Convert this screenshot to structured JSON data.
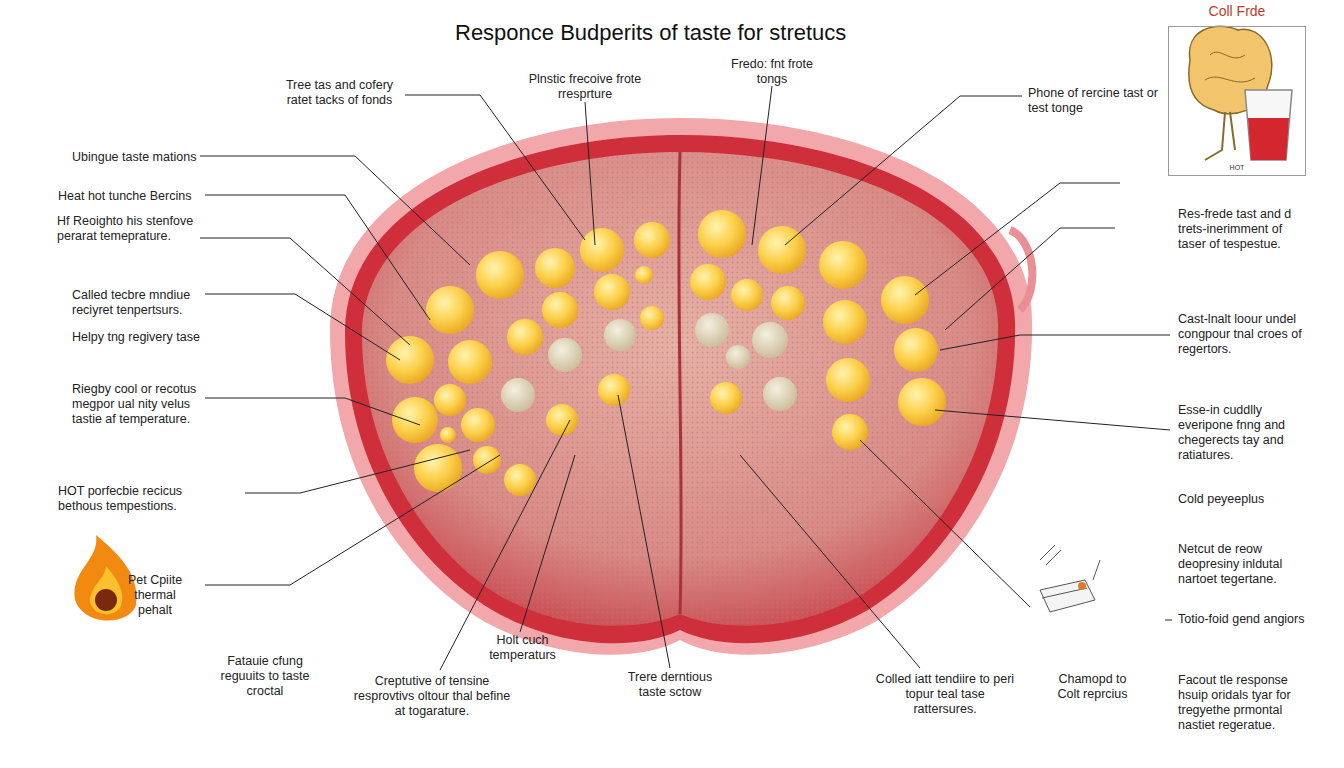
{
  "diagram": {
    "title": "Responce Budperits of taste for stretucs",
    "nodes": [
      {
        "text": [
          "Coll Frde",
          "HOT"
        ]
      }
    ],
    "labels": [
      "Tree tas and cofery ratet tacks of fonds",
      "Plnstic frecoive frote rresprture",
      "Fredo: fnt frote tongs",
      "Phone of rercine tast or test tonge",
      "Ubingue taste mations",
      "Heat hot tunche Bercins",
      "Hf Reoighto his stenfove perarat temeprature.",
      "Called tecbre mndiue reciyret tenpertsurs.",
      "Helpy tng regivery tase",
      "Riegby cool or recotus megpor ual nity velus tastie af temperature.",
      "HOT porfecbie recicus bethous tempestions.",
      "Pet Cpiite thermal pehalt",
      "Fatauie cfung reguuits to taste croctal",
      "Creptutive of tensine resprovtivs oltour thal befine at togarature.",
      "Holt cuch temperaturs",
      "Trere derntious taste sctow",
      "Colled iatt tendiire to peri topur teal tase rattersures.",
      "Chamopd to Colt reprcius",
      "Facout tle response hsuip oridals tyar for tregyethe prmontal nastiet regeratue.",
      "Res-frede tast and d trets-inerimment of taser of tespestue.",
      "Cast-lnalt loour undel congpour tnal croes of regertors.",
      "Esse-in cuddlly everipone fnng and chegerects tay and ratiatures.",
      "Cold peyeeplus",
      "Netcut de reow deopresiny inldutal nartoet tegertane.",
      "Totio-foid gend angiors"
    ]
  }
}
